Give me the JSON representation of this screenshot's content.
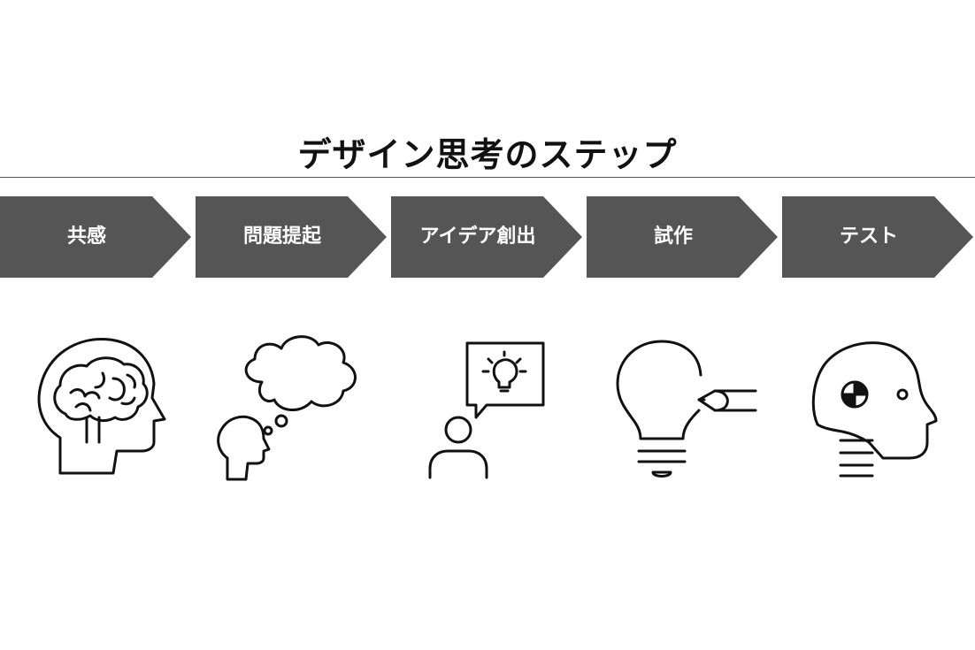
{
  "title": "デザイン思考のステップ",
  "steps": [
    {
      "label": "共感",
      "icon": "head-brain-icon"
    },
    {
      "label": "問題提起",
      "icon": "thought-cloud-icon"
    },
    {
      "label": "アイデア創出",
      "icon": "person-idea-bubble-icon"
    },
    {
      "label": "試作",
      "icon": "lightbulb-pencil-icon"
    },
    {
      "label": "テスト",
      "icon": "crash-test-head-icon"
    }
  ],
  "colors": {
    "step_fill": "#555555",
    "step_text": "#ffffff",
    "icon_stroke": "#111111"
  }
}
